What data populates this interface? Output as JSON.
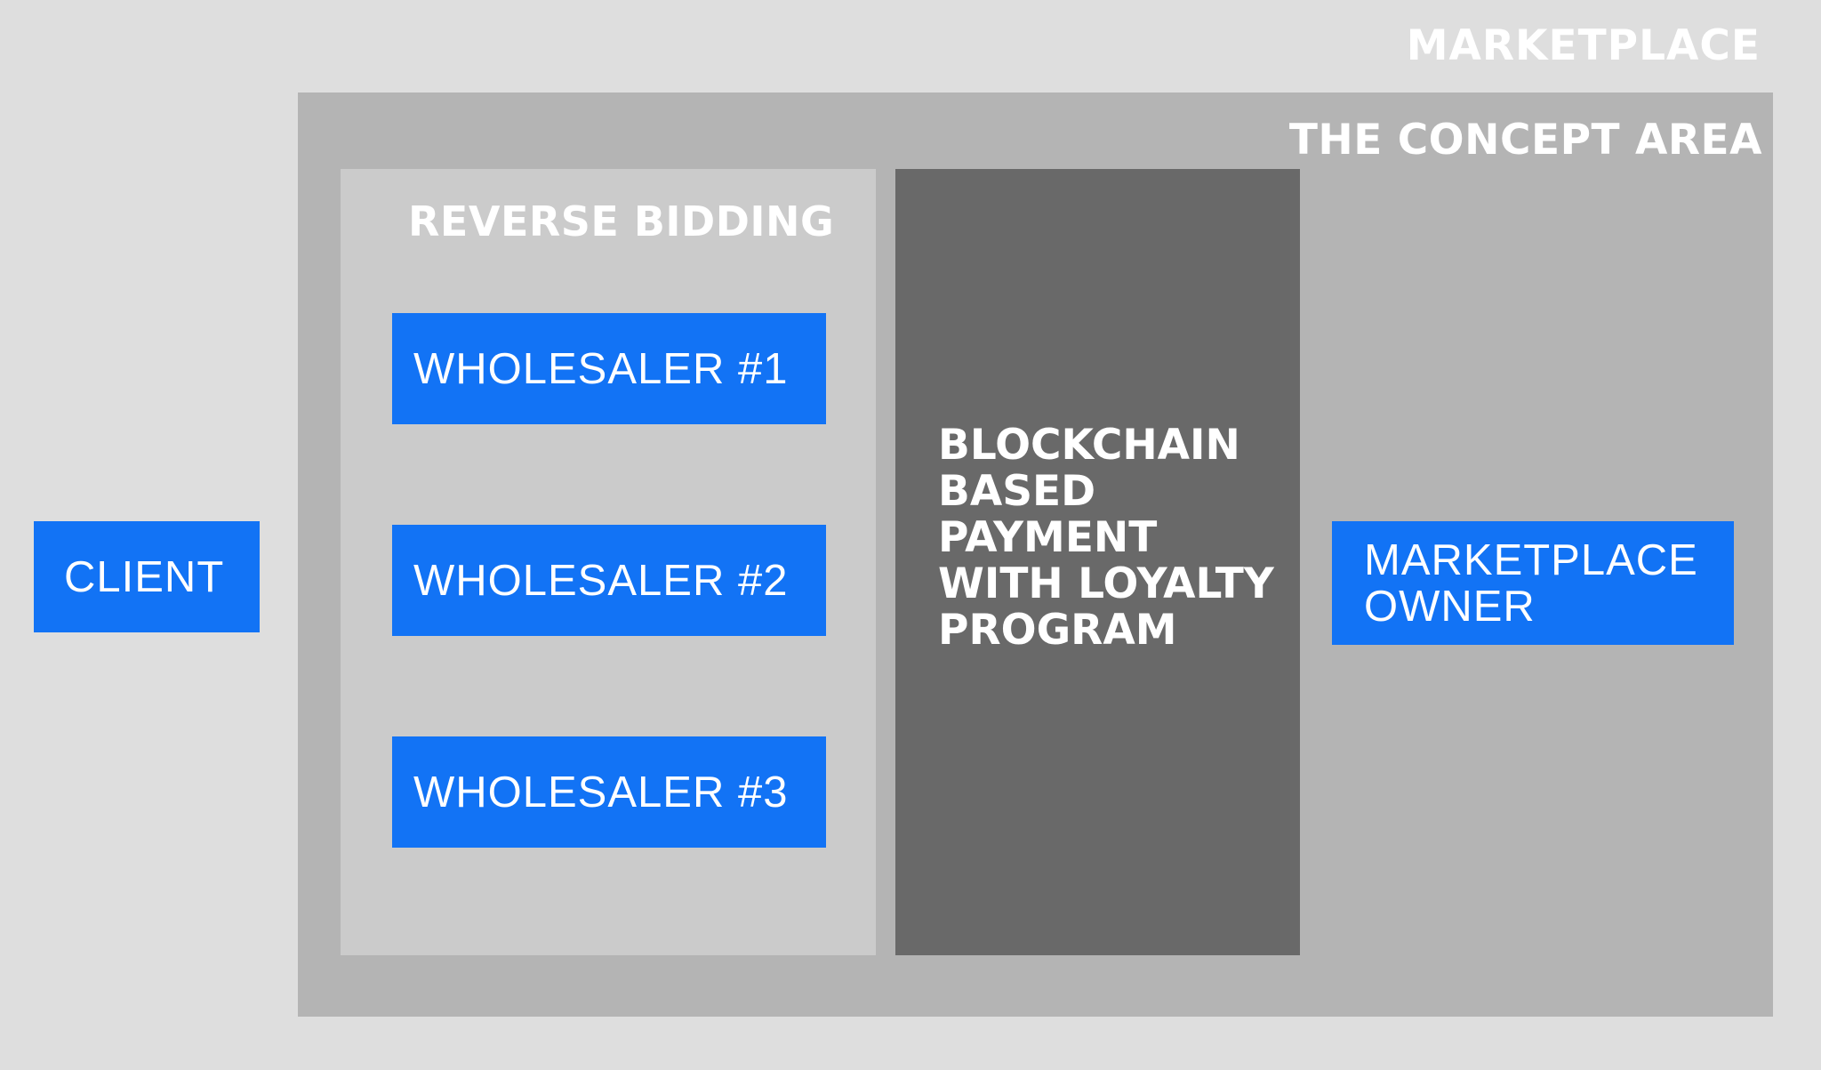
{
  "marketplace": {
    "title": "MARKETPLACE"
  },
  "concept_area": {
    "title": "THE CONCEPT AREA"
  },
  "reverse_bidding": {
    "title": "REVERSE BIDDING",
    "wholesalers": [
      {
        "label": "WHOLESALER #1"
      },
      {
        "label": "WHOLESALER #2"
      },
      {
        "label": "WHOLESALER #3"
      }
    ]
  },
  "blockchain": {
    "title": "BLOCKCHAIN\nBASED\nPAYMENT\nWITH LOYALTY\nPROGRAM"
  },
  "client": {
    "label": "CLIENT"
  },
  "owner": {
    "label": "MARKETPLACE\nOWNER"
  },
  "colors": {
    "background": "#dedede",
    "concept_area": "#b4b4b4",
    "reverse_bidding_panel": "#cbcbcb",
    "blockchain_panel": "#696969",
    "entity_box": "#1273f5",
    "text": "#ffffff"
  }
}
